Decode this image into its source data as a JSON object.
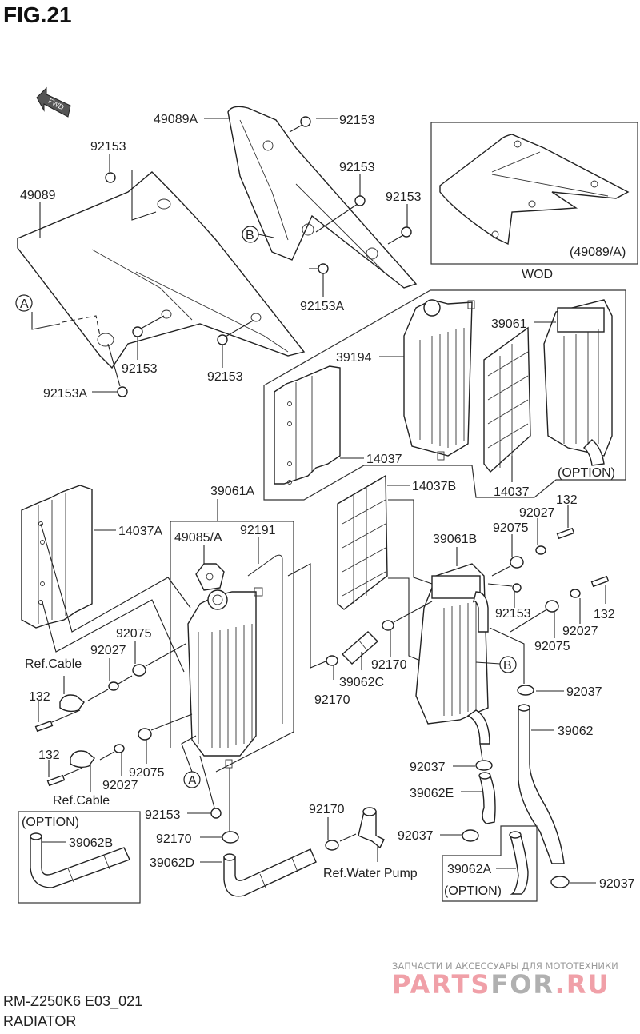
{
  "figure": {
    "title": "FIG.21",
    "fwd_label": "FWD",
    "model_code": "RM-Z250K6 E03_021",
    "section_name": "RADIATOR"
  },
  "labels": {
    "p49089A": "49089A",
    "p92153_a": "92153",
    "p92153_b": "92153",
    "p92153_c": "92153",
    "p92153_d": "92153",
    "p49089": "49089",
    "p92153A_top": "92153A",
    "p92153_e": "92153",
    "p92153_f": "92153",
    "p92153A_left": "92153A",
    "callout_A_top": "A",
    "callout_B_top": "B",
    "inset_part": "(49089/A)",
    "inset_caption": "WOD",
    "p39194": "39194",
    "p39061": "39061",
    "p14037_a": "14037",
    "p14037_b": "14037",
    "option_top": "(OPTION)",
    "p14037B": "14037B",
    "p39061A": "39061A",
    "p14037A": "14037A",
    "p49085A": "49085/A",
    "p92191": "92191",
    "p132_a": "132",
    "p92027_a": "92027",
    "p92075_a": "92075",
    "p39061B": "39061B",
    "p92153_g": "92153",
    "p132_b": "132",
    "p92027_b": "92027",
    "p92075_b": "92075",
    "p92075_left": "92075",
    "p92027_left": "92027",
    "ref_cable_1": "Ref.Cable",
    "p132_left": "132",
    "p92170_a": "92170",
    "p39062C": "39062C",
    "p92170_b": "92170",
    "callout_B_mid": "B",
    "p92037_a": "92037",
    "p39062": "39062",
    "p132_left2": "132",
    "p92075_left2": "92075",
    "p92027_left2": "92027",
    "ref_cable_2": "Ref.Cable",
    "callout_A_bot": "A",
    "p92153_bot": "92153",
    "option_left": "(OPTION)",
    "p39062B": "39062B",
    "p92170_bot": "92170",
    "p39062D": "39062D",
    "p92170_wp": "92170",
    "ref_water_pump": "Ref.Water Pump",
    "p92037_b": "92037",
    "p39062E": "39062E",
    "p92037_c": "92037",
    "p39062A": "39062A",
    "option_right": "(OPTION)",
    "p92037_d": "92037"
  },
  "watermark": {
    "tagline": "ЗАПЧАСТИ И АКСЕССУАРЫ ДЛЯ МОТОТЕХНИКИ",
    "brand_part1": "PARTS",
    "brand_part2": "FOR",
    "brand_part3": ".RU",
    "color_pink": "#f0a0a8",
    "color_gray": "#b0b0b0"
  }
}
